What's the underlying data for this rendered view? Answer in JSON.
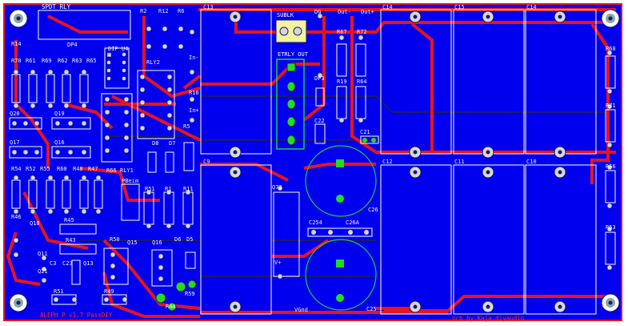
{
  "colors": {
    "copper_fill": "#0000ee",
    "top_trace": "#e8141e",
    "bottom_trace": "#1a1a6a",
    "silkscreen": "#ffffff",
    "pad": "#d8d8d8",
    "green_pad": "#22dd22",
    "outline_green": "#22cc44",
    "bg": "#ffffff"
  },
  "labels": {
    "spdt_rly": "SPDT RLY",
    "r2": "R2",
    "r12": "R12",
    "r6a": "R6",
    "c13": "C13",
    "sublk": "SUBLK",
    "dg": "DG",
    "out_minus": "Out-",
    "out_plus": "Out+",
    "c14a": "C14",
    "c15": "C15",
    "c14b": "C14",
    "etrly_out": "ETRLY OUT",
    "r67": "R67",
    "r72": "R72",
    "r19": "R19",
    "r64": "R64",
    "dp3": "DP3",
    "c22": "C22",
    "c21": "C21",
    "r68": "R68",
    "r71": "R71",
    "r56": "R56",
    "r53": "R53",
    "c12": "C12",
    "c11": "C11",
    "c10": "C10",
    "c26": "C26",
    "c254": "C254",
    "c26a": "C26A",
    "c25": "C25",
    "q73": "Q73",
    "vplus": "V+",
    "vgnd": "VGnd",
    "in_minus": "In-",
    "in_plus": "In+",
    "r10": "R10",
    "r5": "R5",
    "c9": "C9",
    "r11": "R11",
    "rly2": "RLY2",
    "rly1": "RLY1",
    "dip_u4": "DIP U4",
    "r14": "R14",
    "dp4": "DP4",
    "r70": "R70",
    "r61": "R61",
    "r69": "R69",
    "r62": "R62",
    "r63": "R63",
    "r65": "R65",
    "q20": "Q20",
    "q19": "Q19",
    "q17": "Q17",
    "q16a": "Q16",
    "r54": "R54",
    "r52": "R52",
    "r55": "R55",
    "r60": "R60",
    "r48": "R48",
    "r47": "R47",
    "r66": "R66",
    "d8": "D8",
    "d7": "D7",
    "pbeim": "PBeim",
    "r51": "R51",
    "r1": "R1",
    "r46": "R46",
    "r45": "R45",
    "r43": "R43",
    "q18": "Q18",
    "r50": "R50",
    "q15": "Q15",
    "q16b": "Q16",
    "d6": "D6",
    "d5": "D5",
    "q11": "Q11",
    "c23": "C23",
    "q13": "Q13",
    "c3": "C3",
    "q21": "Q21",
    "r51b": "R51",
    "r49": "R49",
    "r44": "R44",
    "r59": "R59",
    "title": "ALEPH P v1.7 PassDIY",
    "credit": "pcb by Kaja diyaudio"
  }
}
